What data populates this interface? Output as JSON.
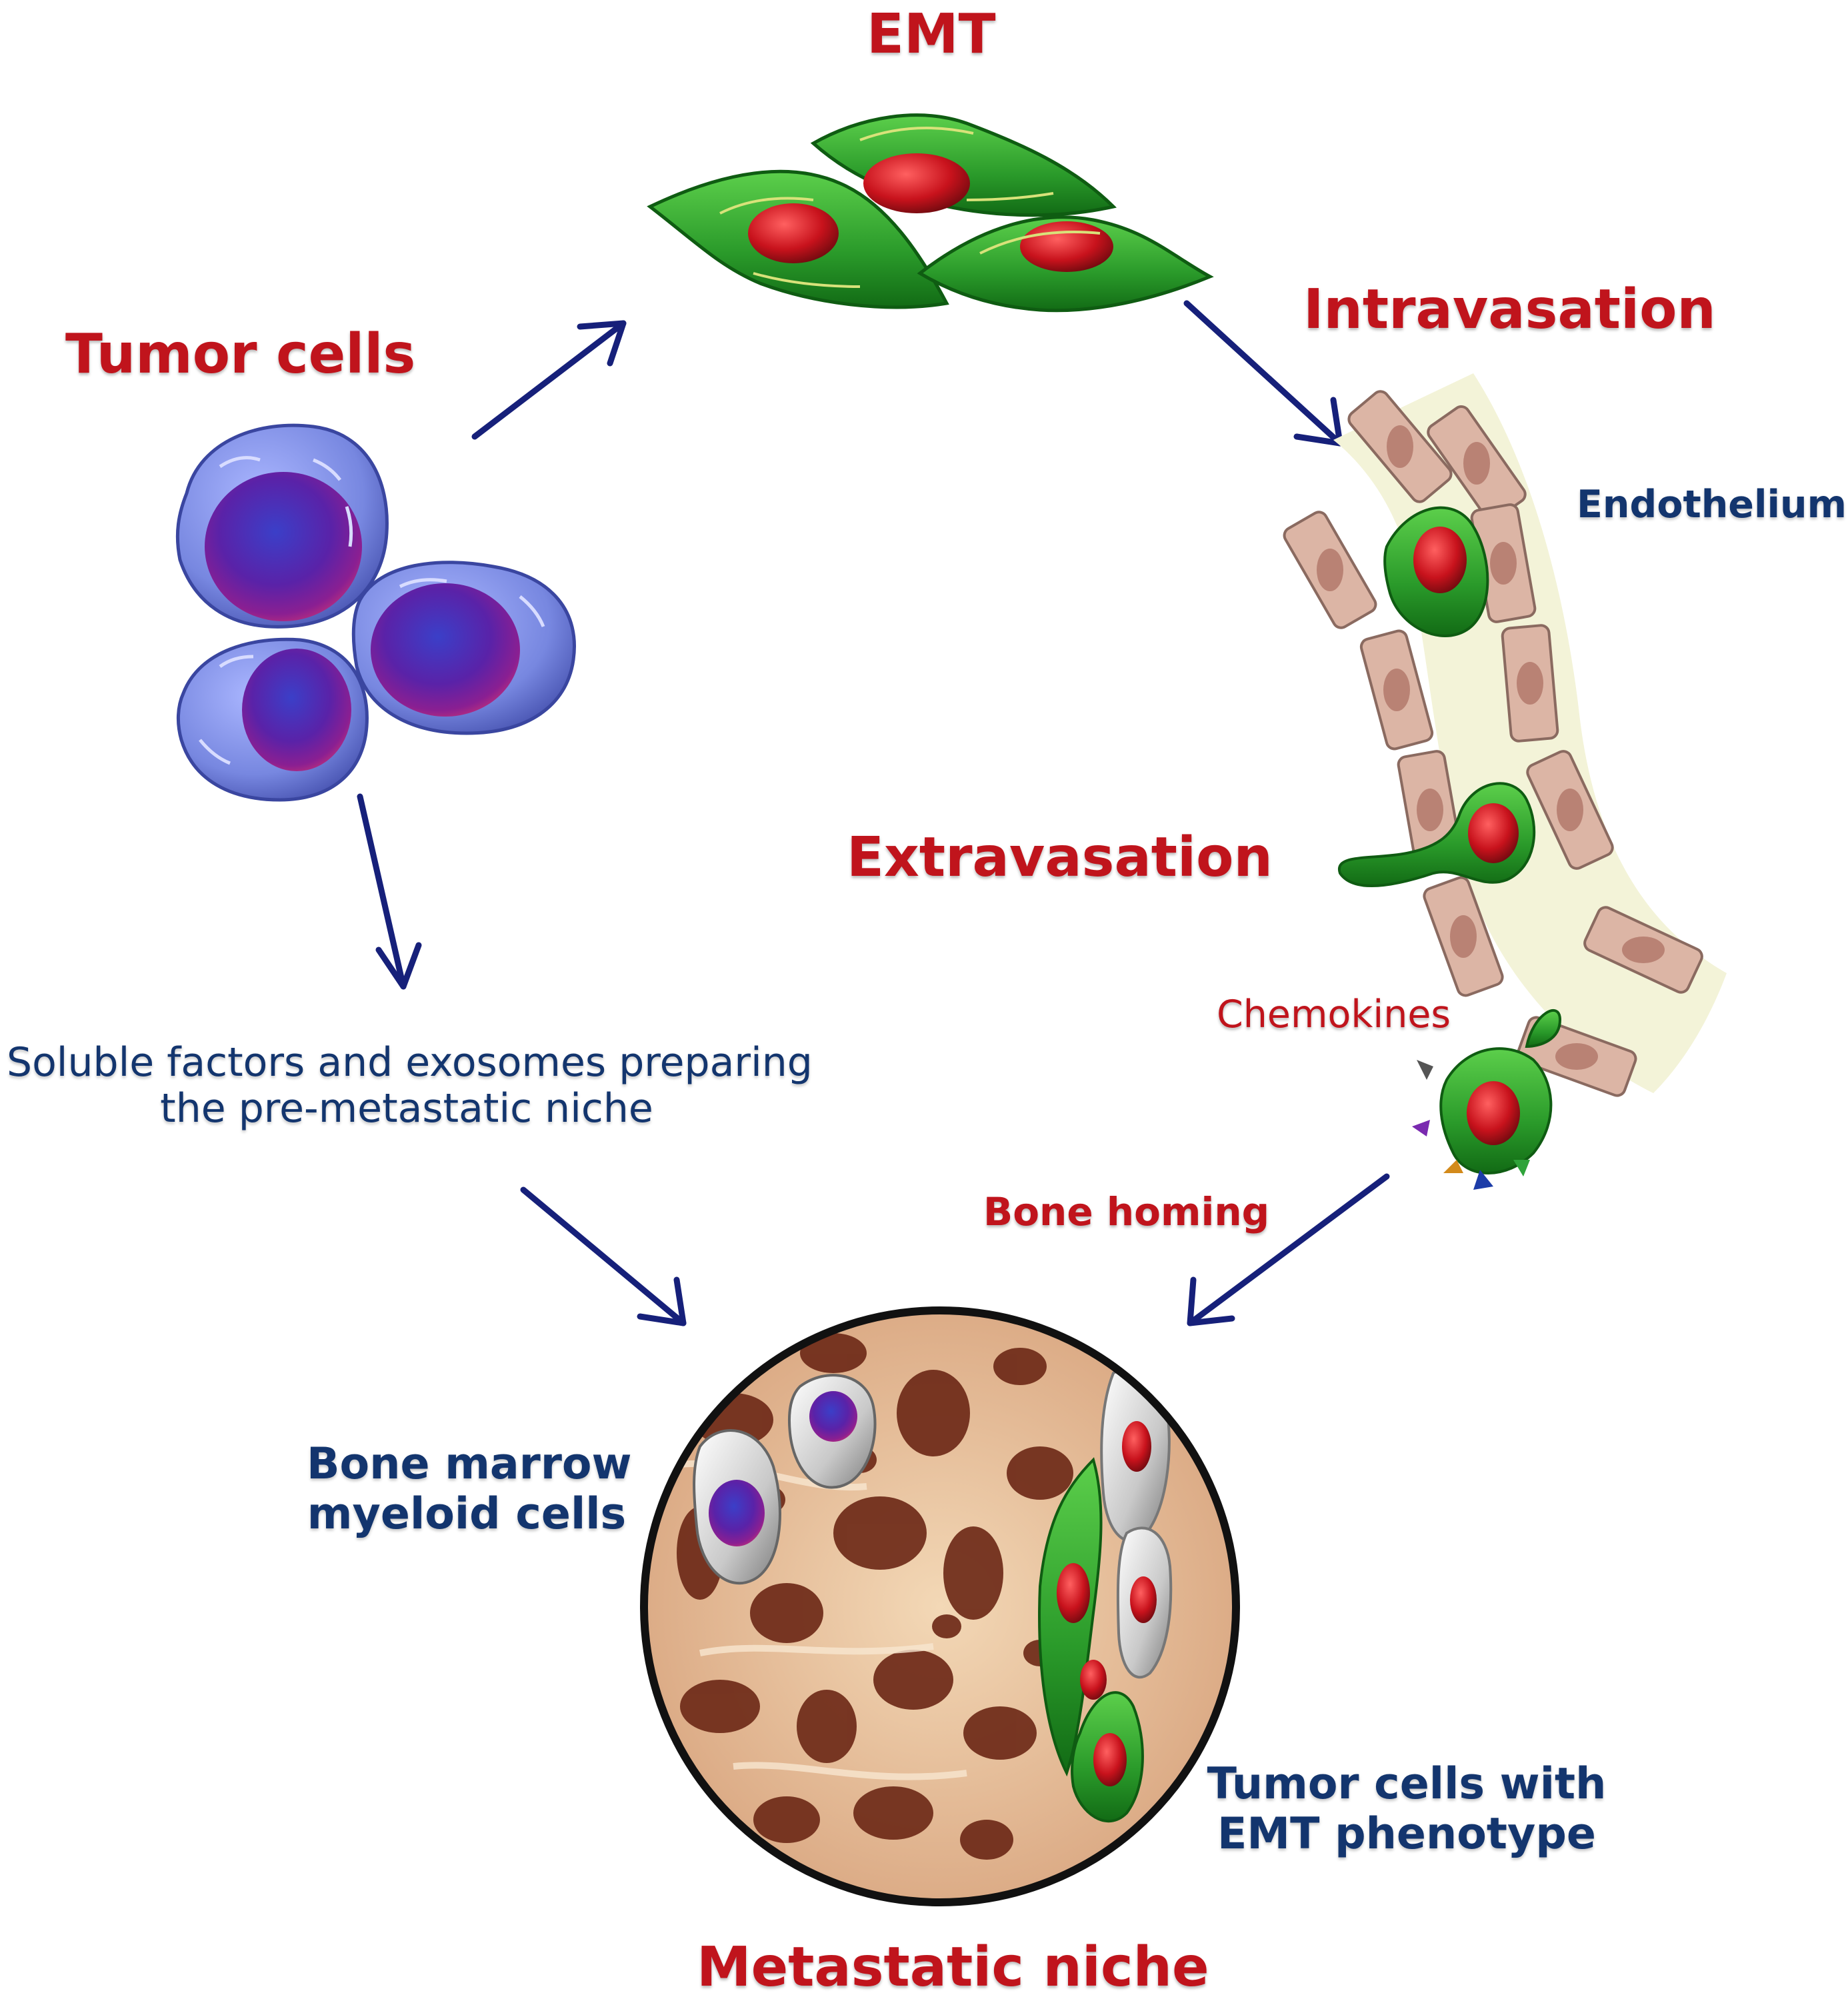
{
  "labels": {
    "emt": "EMT",
    "tumor_cells": "Tumor cells",
    "intravasation": "Intravasation",
    "endothelium": "Endothelium",
    "extravasation": "Extravasation",
    "chemokines": "Chemokines",
    "soluble_line1": "Soluble factors and exosomes preparing",
    "soluble_line2": "the pre-metastatic niche",
    "bone_homing": "Bone homing",
    "bone_marrow_line1": "Bone marrow",
    "bone_marrow_line2": "myeloid cells",
    "tumor_emt_line1": "Tumor cells with",
    "tumor_emt_line2": "EMT phenotype",
    "metastatic_niche": "Metastatic niche"
  },
  "colors": {
    "title_red": "#c0141c",
    "navy": "#13356e",
    "arrow": "#16207a",
    "tumor_cell": "#7f8fe6",
    "nucleus": "#6a1fa6",
    "emt_green": "#2f9e2f",
    "emt_nucleus": "#c8151f",
    "vessel": "#f3f3d8",
    "endothelial": "#dcb5a5",
    "bone": "#e9c7a2",
    "bone_pore": "#6e2a18"
  }
}
